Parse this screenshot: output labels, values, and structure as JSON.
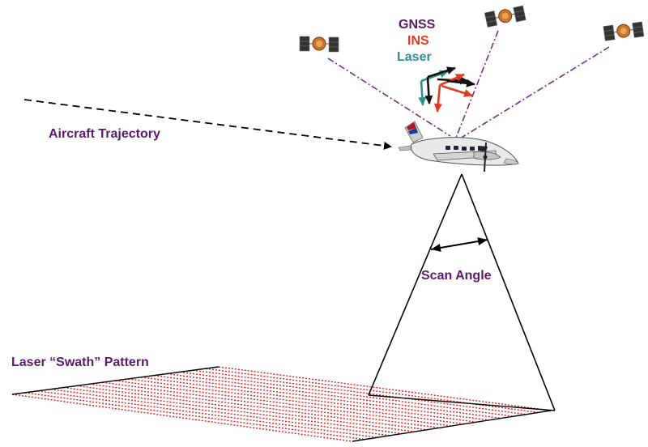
{
  "labels": {
    "gnss": "GNSS",
    "ins": "INS",
    "laser": "Laser",
    "trajectory": "Aircraft Trajectory",
    "scan_angle": "Scan Angle",
    "swath": "Laser “Swath” Pattern"
  },
  "colors": {
    "label_purple": "#5b1a6e",
    "gnss": "#5b1a6e",
    "ins": "#e03a1e",
    "laser": "#2f8f8a",
    "swath_dots": "#e01a1a",
    "signal_line": "#7a2a8a"
  },
  "icons": [
    "satellite-icon",
    "aircraft-icon",
    "axis-arrows-icon"
  ]
}
